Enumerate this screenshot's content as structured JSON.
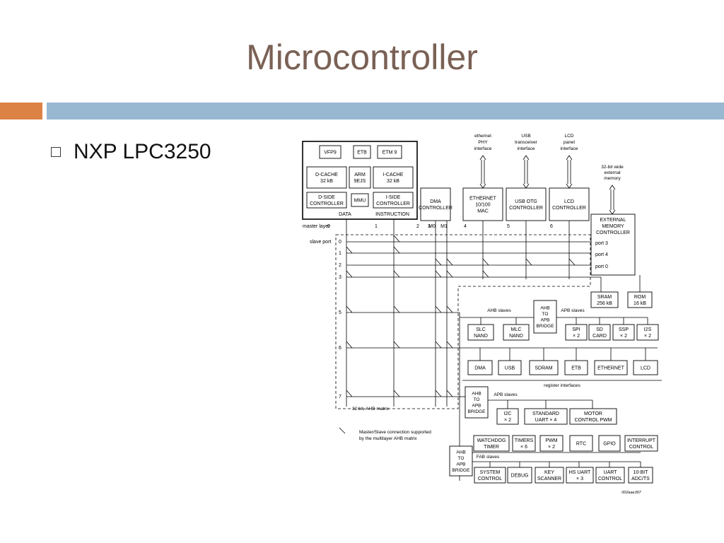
{
  "slide": {
    "title": "Microcontroller",
    "bullet": "NXP LPC3250"
  },
  "colors": {
    "title": "#7a6155",
    "accent_orange": "#dd8245",
    "accent_blue": "#98b8d2"
  },
  "diagram": {
    "core": {
      "vfp": "VFP9",
      "etb": "ETB",
      "etm": "ETM 9",
      "dcache": [
        "D-CACHE",
        "32 kB"
      ],
      "arm": [
        "ARM",
        "9EJS"
      ],
      "icache": [
        "I-CACHE",
        "32 kB"
      ],
      "dside": [
        "D-SIDE",
        "CONTROLLER"
      ],
      "mmu": "MMU",
      "iside": [
        "I-SIDE",
        "CONTROLLER"
      ],
      "data_label": "DATA",
      "instruction_label": "INSTRUCTION"
    },
    "masters": {
      "dma": [
        "DMA",
        "CONTROLLER"
      ],
      "ethernet": [
        "ETHERNET",
        "10/100",
        "MAC"
      ],
      "usb": [
        "USB OTG",
        "CONTROLLER"
      ],
      "lcd": [
        "LCD",
        "CONTROLLER"
      ],
      "m0": "M0",
      "m1": "M1"
    },
    "interfaces": {
      "ethernet_phy": [
        "ethernet",
        "PHY",
        "interface"
      ],
      "usb_transceiver": [
        "USB",
        "transceiver",
        "interface"
      ],
      "lcd_panel": [
        "LCD",
        "panel",
        "interface"
      ],
      "ext_memory": [
        "32-bit wide",
        "external",
        "memory"
      ]
    },
    "emc": {
      "name": [
        "EXTERNAL",
        "MEMORY",
        "CONTROLLER"
      ],
      "ports": [
        "port 3",
        "port 4",
        "port 0"
      ]
    },
    "matrix": {
      "master_layer": "master layer",
      "slave_port": "slave port",
      "master_numbers": [
        "0",
        "1",
        "2",
        "3",
        "4",
        "5",
        "6"
      ],
      "slave_numbers": [
        "0",
        "1",
        "2",
        "3",
        "5",
        "6",
        "7"
      ],
      "label": "32 bit, AHB matrix",
      "legend": [
        "Master/Slave connection supported",
        "by the multilayer AHB matrix"
      ]
    },
    "memory": {
      "sram": [
        "SRAM",
        "256 kB"
      ],
      "rom": [
        "ROM",
        "16 kB"
      ]
    },
    "ahb_slaves_label": "AHB slaves",
    "apb_slaves_label": "APB slaves",
    "fab_slaves_label": "FAB slaves",
    "bridge": [
      "AHB",
      "TO",
      "APB",
      "BRIDGE"
    ],
    "ahb_slaves": {
      "slc": [
        "SLC",
        "NAND"
      ],
      "mlc": [
        "MLC",
        "NAND"
      ]
    },
    "apb_slaves_1": {
      "spi": [
        "SPI",
        "× 2"
      ],
      "sd": [
        "SD",
        "CARD"
      ],
      "ssp": [
        "SSP",
        "× 2"
      ],
      "i2s": [
        "I2S",
        "× 2"
      ]
    },
    "register_interfaces": [
      "DMA",
      "USB",
      "SDRAM",
      "ETB",
      "ETHERNET",
      "LCD"
    ],
    "register_interfaces_label": "register interfaces",
    "apb_slaves_2": {
      "i2c": [
        "I2C",
        "× 2"
      ],
      "uart": [
        "STANDARD",
        "UART × 4"
      ],
      "motor": [
        "MOTOR",
        "CONTROL PWM"
      ]
    },
    "apb_slaves_3": {
      "watchdog": [
        "WATCHDOG",
        "TIMER"
      ],
      "timers": [
        "TIMERS",
        "× 6"
      ],
      "pwm": [
        "PWM",
        "× 2"
      ],
      "rtc": "RTC",
      "gpio": "GPIO",
      "interrupt": [
        "INTERRUPT",
        "CONTROL"
      ]
    },
    "fab_slaves": {
      "system": [
        "SYSTEM",
        "CONTROL"
      ],
      "debug": "DEBUG",
      "key": [
        "KEY",
        "SCANNER"
      ],
      "hsuart": [
        "HS UART",
        "× 3"
      ],
      "uartc": [
        "UART",
        "CONTROL"
      ],
      "adc": [
        "10-BIT",
        "ADC/TS"
      ]
    },
    "figure_id": "002aae397"
  }
}
